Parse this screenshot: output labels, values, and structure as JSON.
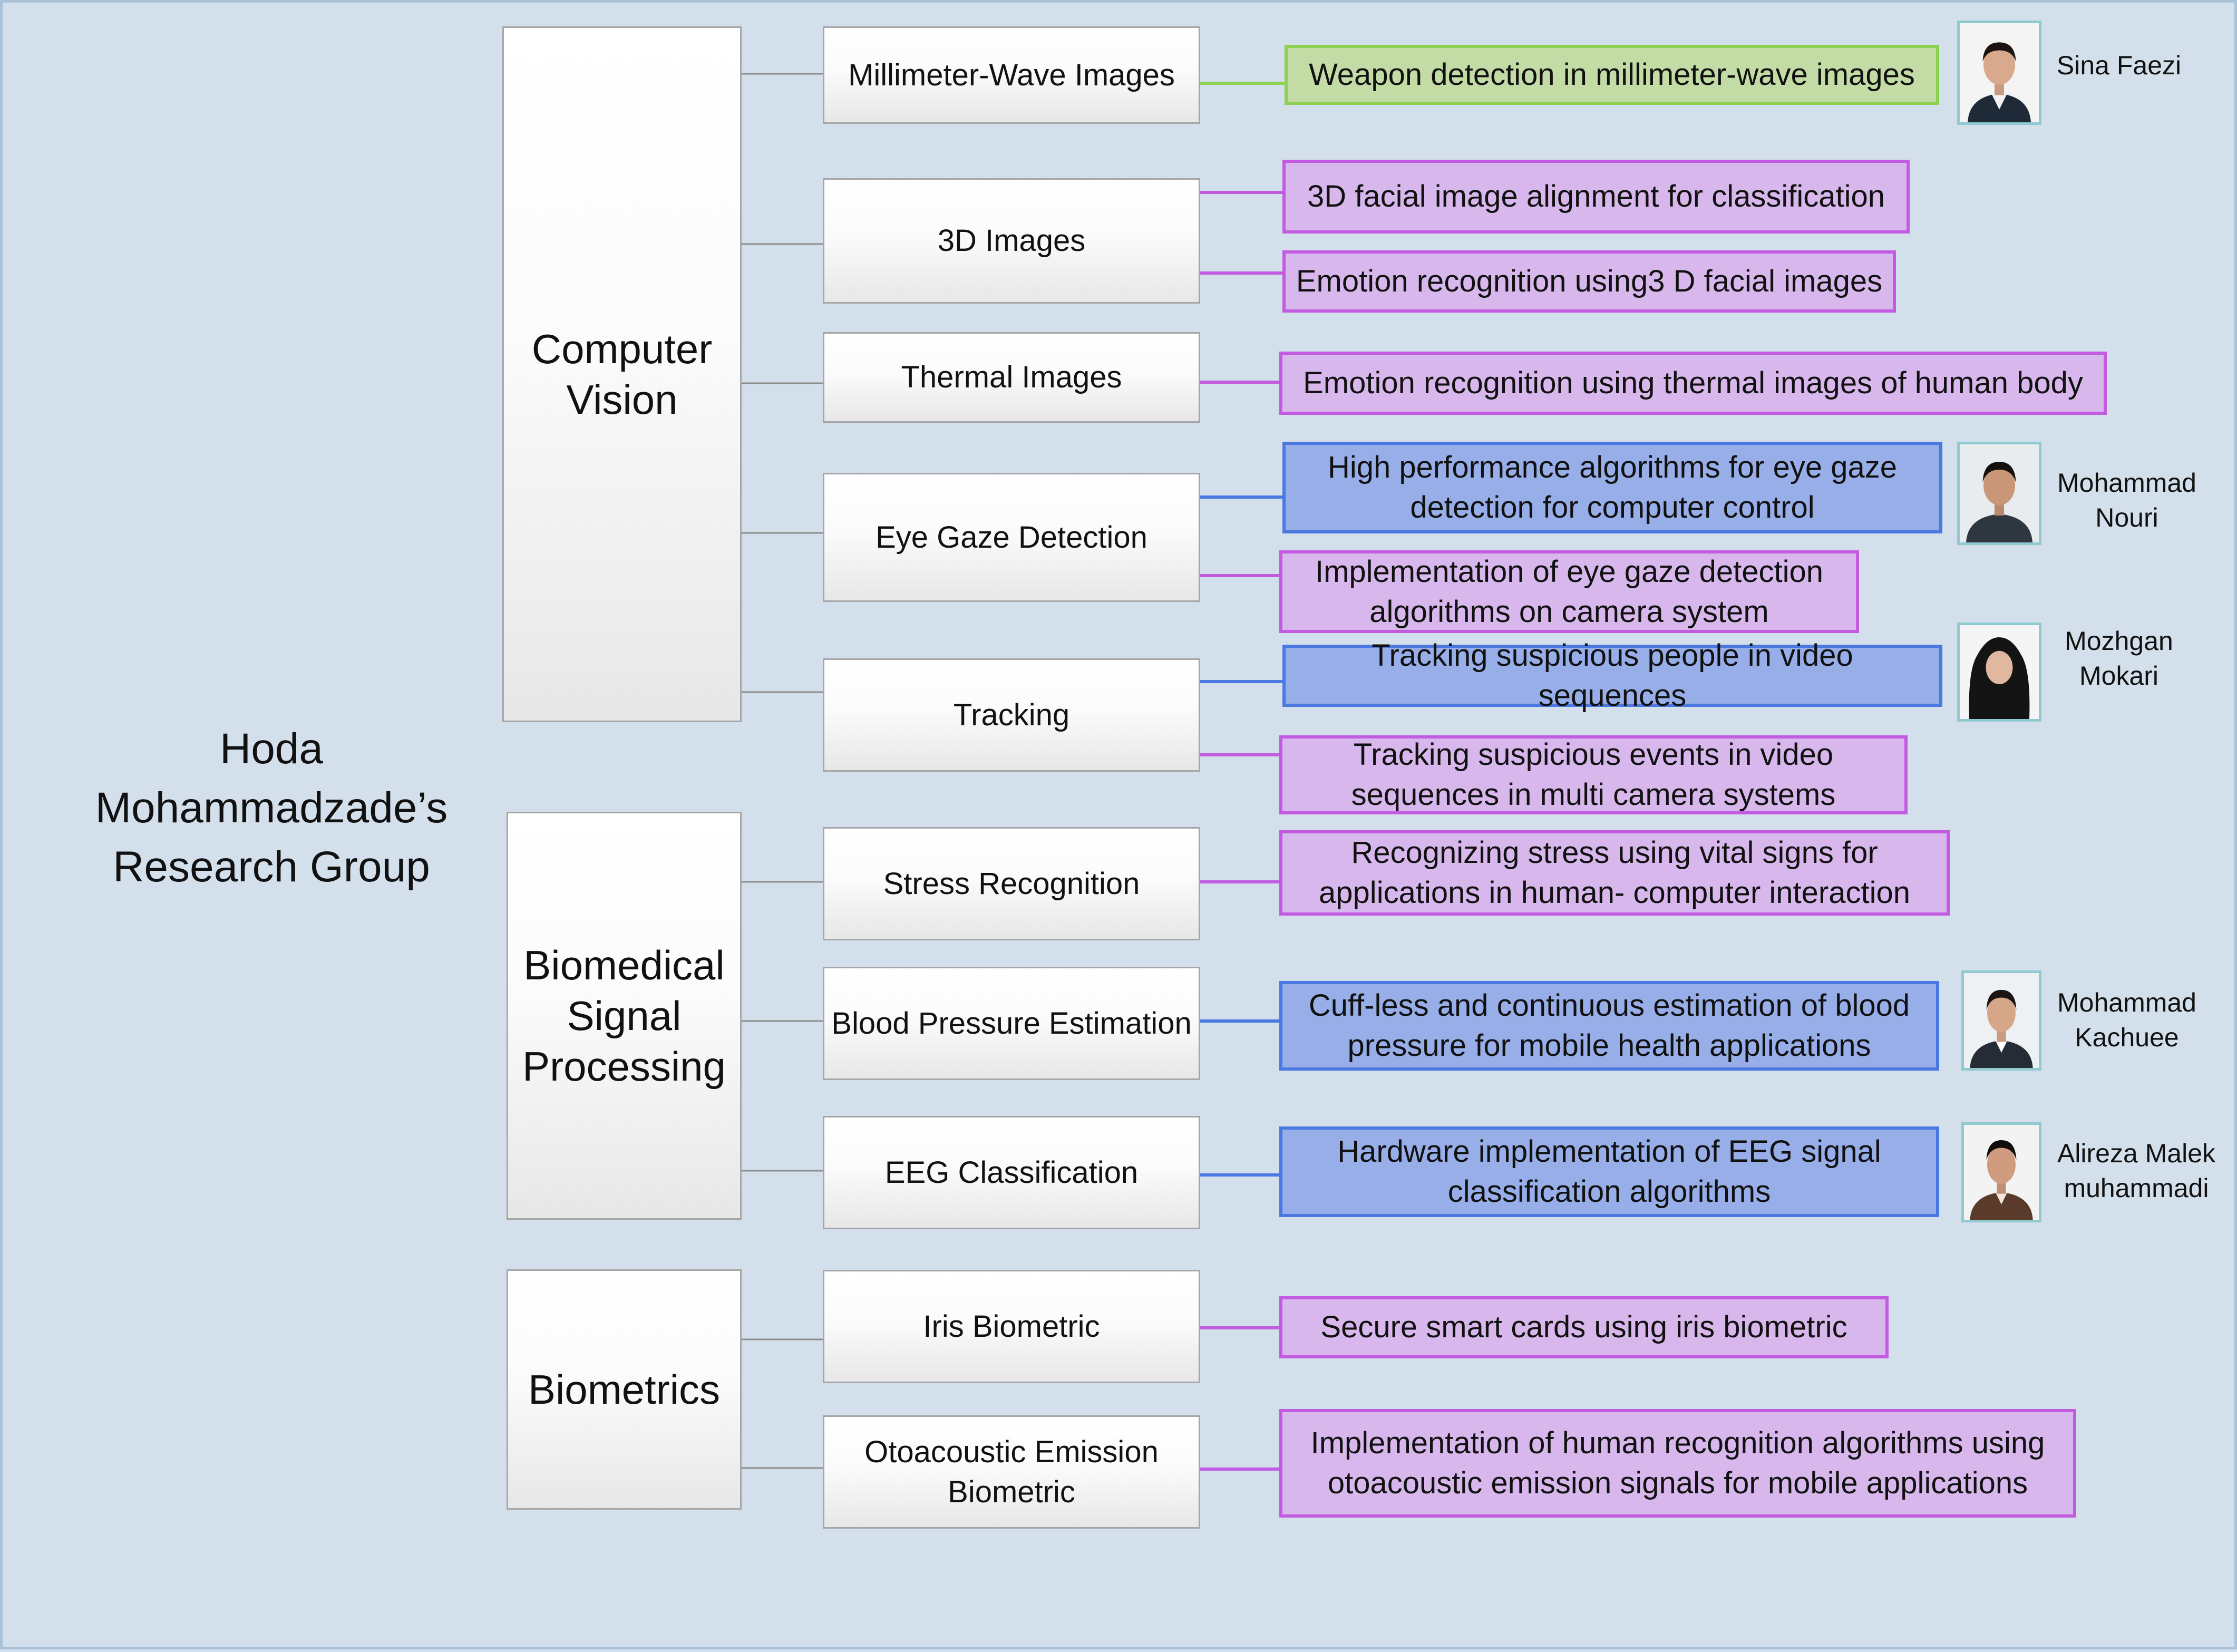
{
  "title": [
    "Hoda",
    "Mohammadzade’s",
    "Research Group"
  ],
  "categories": {
    "cv": [
      "Computer",
      "Vision"
    ],
    "bsp": [
      "Biomedical",
      "Signal",
      "Processing"
    ],
    "bio": [
      "Biometrics"
    ]
  },
  "topics": {
    "mmw": "Millimeter-Wave Images",
    "d3": "3D Images",
    "thermal": "Thermal Images",
    "gaze": "Eye Gaze Detection",
    "tracking": "Tracking",
    "stress": "Stress Recognition",
    "bp": "Blood Pressure Estimation",
    "eeg": "EEG Classification",
    "iris": "Iris Biometric",
    "oae": [
      "Otoacoustic Emission",
      "Biometric"
    ]
  },
  "projects": {
    "p1": "Weapon detection in millimeter-wave images",
    "p2": "3D facial image alignment for classification",
    "p3": "Emotion recognition using3 D facial images",
    "p4": "Emotion recognition using thermal images of human body",
    "p5": [
      "High performance algorithms for eye gaze",
      "detection for computer control"
    ],
    "p6": [
      "Implementation of eye gaze detection",
      "algorithms on camera system"
    ],
    "p7": "Tracking suspicious people in video sequences",
    "p8": [
      "Tracking suspicious events in video",
      "sequences in multi camera systems"
    ],
    "p9": [
      "Recognizing stress using vital signs  for",
      "applications in human- computer interaction"
    ],
    "p10": [
      "Cuff-less and continuous estimation of blood",
      "pressure for mobile health applications"
    ],
    "p11": [
      "Hardware implementation of EEG signal",
      "classification algorithms"
    ],
    "p12": "Secure smart cards using iris biometric",
    "p13": [
      "Implementation of human recognition algorithms using",
      "otoacoustic emission signals  for mobile applications"
    ]
  },
  "people": {
    "faezi": [
      "Sina Faezi"
    ],
    "nouri": [
      "Mohammad",
      "Nouri"
    ],
    "mokari": [
      "Mozhgan",
      "Mokari"
    ],
    "kachuee": [
      "Mohammad",
      "Kachuee"
    ],
    "malek": [
      "Alireza Malek",
      "muhammadi"
    ]
  },
  "colors": {
    "background": "#d3e0ec",
    "green_fill": "#c3dba5",
    "green_border": "#8cd150",
    "purple_fill": "#d8b8ec",
    "purple_border": "#c25be0",
    "blue_fill": "#97aee9",
    "blue_border": "#4a78e0",
    "connector_gray": "#8c8c8c"
  },
  "icons": {
    "photo": "person-portrait-icon"
  }
}
